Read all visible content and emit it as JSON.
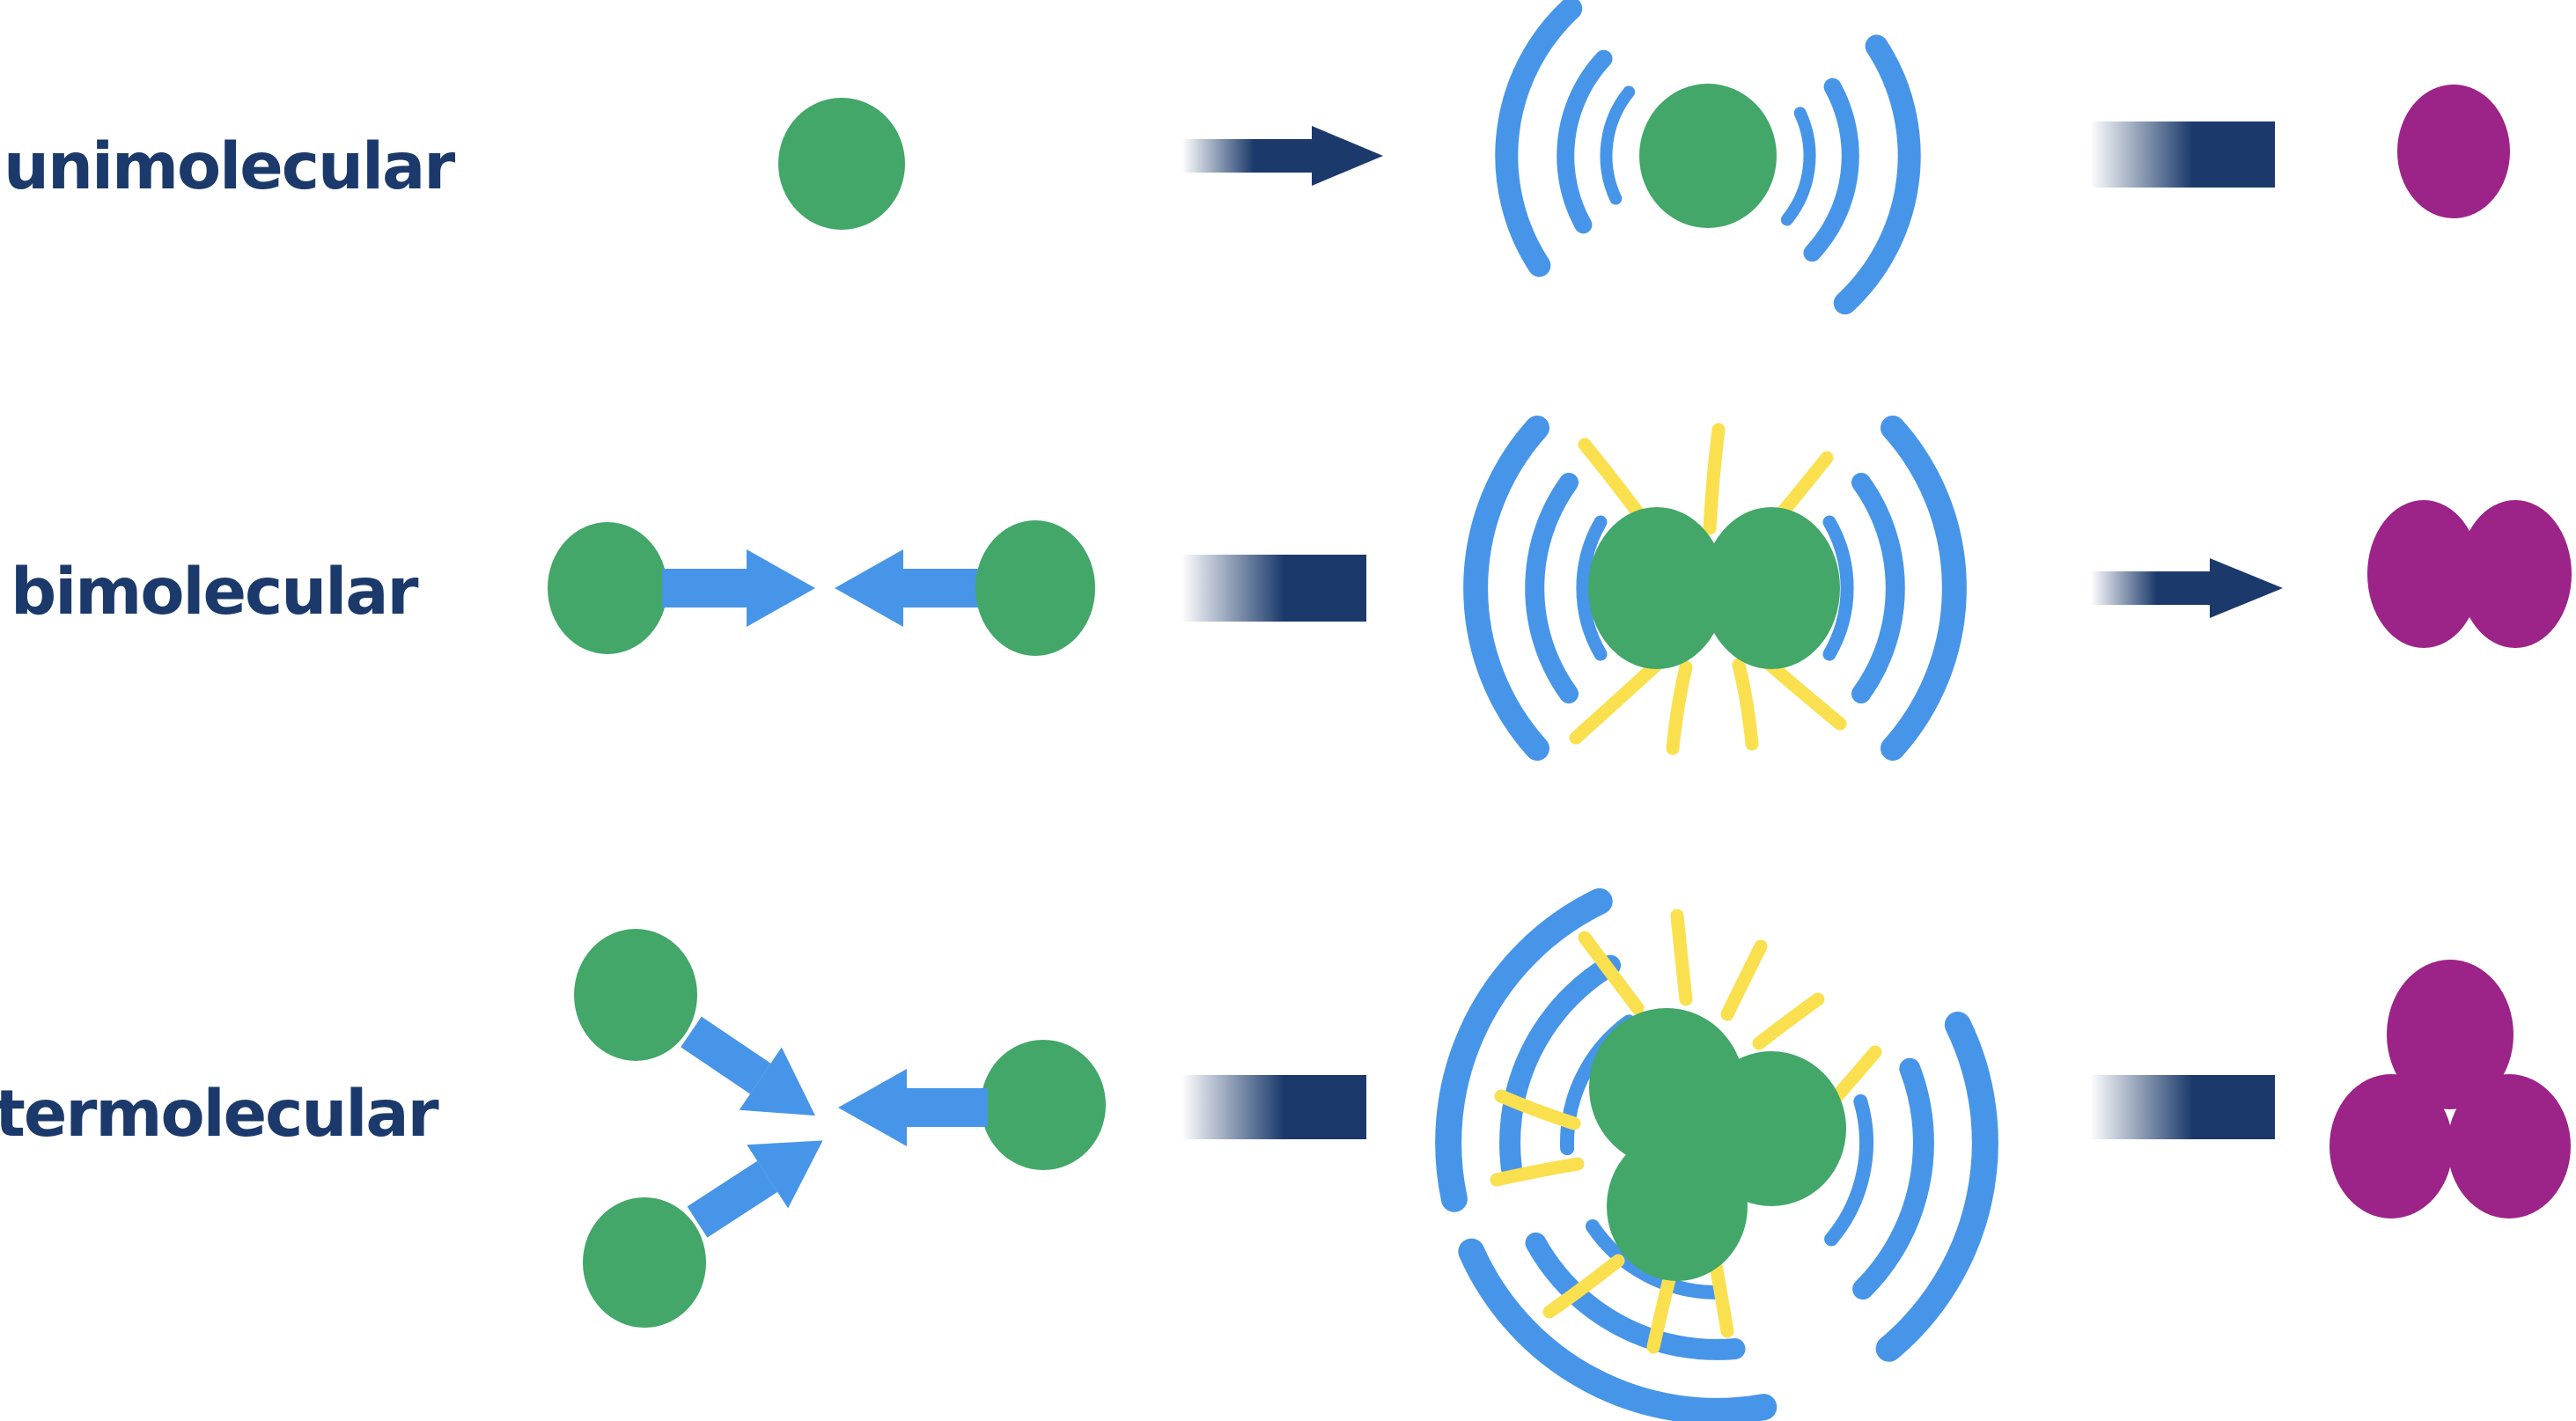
{
  "title": "Molecularity of elementary reactions diagram",
  "colors": {
    "navy": "#1b3a6b",
    "green": "#42a768",
    "blue": "#4795e8",
    "yellow": "#fae04e",
    "purple": "#9c2387"
  },
  "rows": [
    {
      "label": "unimolecular",
      "reactant_molecules": 1,
      "activated_complex_molecules": 1,
      "product_molecules": 1,
      "has_energy_sparks": false,
      "step1_connector": "solid-arrow",
      "step2_connector": "fading-bar"
    },
    {
      "label": "bimolecular",
      "reactant_molecules": 2,
      "activated_complex_molecules": 2,
      "product_molecules": 2,
      "has_energy_sparks": true,
      "step1_connector": "fading-bar",
      "step2_connector": "solid-arrow"
    },
    {
      "label": "termolecular",
      "reactant_molecules": 3,
      "activated_complex_molecules": 3,
      "product_molecules": 3,
      "has_energy_sparks": true,
      "step1_connector": "fading-bar",
      "step2_connector": "fading-bar"
    }
  ]
}
